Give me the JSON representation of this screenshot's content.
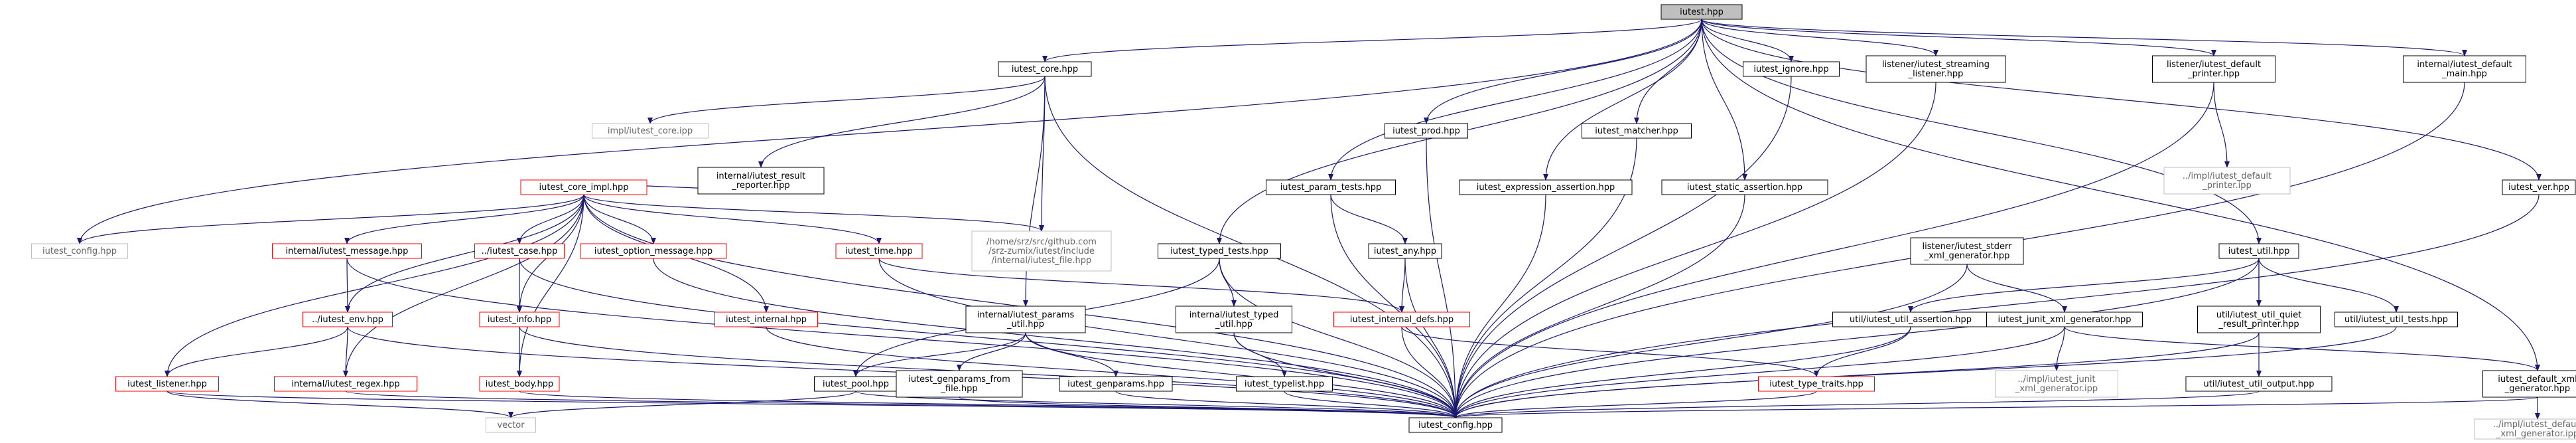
{
  "graph": {
    "title": "",
    "colors": {
      "edge": "#191970",
      "root_fill": "#bfbfbf",
      "missing_border": "#ff0000",
      "external_border": "#bfbfbf"
    },
    "nodes": [
      {
        "id": "iutest",
        "lines": [
          "iutest.hpp"
        ],
        "kind": "root"
      },
      {
        "id": "core",
        "lines": [
          "iutest_core.hpp"
        ],
        "kind": "normal"
      },
      {
        "id": "prod",
        "lines": [
          "iutest_prod.hpp"
        ],
        "kind": "normal"
      },
      {
        "id": "matcher",
        "lines": [
          "iutest_matcher.hpp"
        ],
        "kind": "normal"
      },
      {
        "id": "ignore",
        "lines": [
          "iutest_ignore.hpp"
        ],
        "kind": "normal"
      },
      {
        "id": "streaming",
        "lines": [
          "listener/iutest_streaming",
          "_listener.hpp"
        ],
        "kind": "normal"
      },
      {
        "id": "defprinter",
        "lines": [
          "listener/iutest_default",
          "_printer.hpp"
        ],
        "kind": "normal"
      },
      {
        "id": "defmain",
        "lines": [
          "internal/iutest_default",
          "_main.hpp"
        ],
        "kind": "normal"
      },
      {
        "id": "corei",
        "lines": [
          "impl/iutest_core.ipp"
        ],
        "kind": "gray"
      },
      {
        "id": "resrep",
        "lines": [
          "internal/iutest_result",
          "_reporter.hpp"
        ],
        "kind": "normal"
      },
      {
        "id": "printeripp",
        "lines": [
          "../impl/iutest_default",
          "_printer.ipp"
        ],
        "kind": "gray"
      },
      {
        "id": "paramtests",
        "lines": [
          "iutest_param_tests.hpp"
        ],
        "kind": "normal"
      },
      {
        "id": "exprassert",
        "lines": [
          "iutest_expression_assertion.hpp"
        ],
        "kind": "normal"
      },
      {
        "id": "staticassert",
        "lines": [
          "iutest_static_assertion.hpp"
        ],
        "kind": "normal"
      },
      {
        "id": "ver",
        "lines": [
          "iutest_ver.hpp"
        ],
        "kind": "normal"
      },
      {
        "id": "coreimpl",
        "lines": [
          "iutest_core_impl.hpp"
        ],
        "kind": "red"
      },
      {
        "id": "gtestfile",
        "lines": [
          "/home/srz/src/github.com",
          "/srz-zumix/iutest/include",
          "/internal/iutest_file.hpp"
        ],
        "kind": "gray"
      },
      {
        "id": "config",
        "lines": [
          "iutest_config.hpp"
        ],
        "kind": "gray"
      },
      {
        "id": "imsg",
        "lines": [
          "internal/iutest_message.hpp"
        ],
        "kind": "red"
      },
      {
        "id": "case",
        "lines": [
          "../iutest_case.hpp"
        ],
        "kind": "red"
      },
      {
        "id": "optmsg",
        "lines": [
          "iutest_option_message.hpp"
        ],
        "kind": "red"
      },
      {
        "id": "time",
        "lines": [
          "iutest_time.hpp"
        ],
        "kind": "red"
      },
      {
        "id": "typedtests",
        "lines": [
          "iutest_typed_tests.hpp"
        ],
        "kind": "normal"
      },
      {
        "id": "any",
        "lines": [
          "iutest_any.hpp"
        ],
        "kind": "normal"
      },
      {
        "id": "stderrxml",
        "lines": [
          "listener/iutest_stderr",
          "_xml_generator.hpp"
        ],
        "kind": "normal"
      },
      {
        "id": "util",
        "lines": [
          "iutest_util.hpp"
        ],
        "kind": "normal"
      },
      {
        "id": "env",
        "lines": [
          "../iutest_env.hpp"
        ],
        "kind": "red"
      },
      {
        "id": "info",
        "lines": [
          "iutest_info.hpp"
        ],
        "kind": "red"
      },
      {
        "id": "internal",
        "lines": [
          "iutest_internal.hpp"
        ],
        "kind": "red"
      },
      {
        "id": "iparams",
        "lines": [
          "internal/iutest_params",
          "_util.hpp"
        ],
        "kind": "normal"
      },
      {
        "id": "ityped",
        "lines": [
          "internal/iutest_typed",
          "_util.hpp"
        ],
        "kind": "normal"
      },
      {
        "id": "idefs",
        "lines": [
          "iutest_internal_defs.hpp"
        ],
        "kind": "red"
      },
      {
        "id": "uassert",
        "lines": [
          "util/iutest_util_assertion.hpp"
        ],
        "kind": "normal"
      },
      {
        "id": "junit",
        "lines": [
          "iutest_junit_xml_generator.hpp"
        ],
        "kind": "normal"
      },
      {
        "id": "uquiet",
        "lines": [
          "util/iutest_util_quiet",
          "_result_printer.hpp"
        ],
        "kind": "normal"
      },
      {
        "id": "utests",
        "lines": [
          "util/iutest_util_tests.hpp"
        ],
        "kind": "normal"
      },
      {
        "id": "listener",
        "lines": [
          "iutest_listener.hpp"
        ],
        "kind": "red"
      },
      {
        "id": "regex",
        "lines": [
          "internal/iutest_regex.hpp"
        ],
        "kind": "red"
      },
      {
        "id": "body",
        "lines": [
          "iutest_body.hpp"
        ],
        "kind": "red"
      },
      {
        "id": "pool",
        "lines": [
          "iutest_pool.hpp"
        ],
        "kind": "normal"
      },
      {
        "id": "genfromfile",
        "lines": [
          "iutest_genparams_from",
          "_file.hpp"
        ],
        "kind": "normal"
      },
      {
        "id": "genparams",
        "lines": [
          "iutest_genparams.hpp"
        ],
        "kind": "normal"
      },
      {
        "id": "typelist",
        "lines": [
          "iutest_typelist.hpp"
        ],
        "kind": "normal"
      },
      {
        "id": "typetraits",
        "lines": [
          "iutest_type_traits.hpp"
        ],
        "kind": "red"
      },
      {
        "id": "junitipp",
        "lines": [
          "../impl/iutest_junit",
          "_xml_generator.ipp"
        ],
        "kind": "gray"
      },
      {
        "id": "uoutput",
        "lines": [
          "util/iutest_util_output.hpp"
        ],
        "kind": "normal"
      },
      {
        "id": "defxml",
        "lines": [
          "iutest_default_xml",
          "_generator.hpp"
        ],
        "kind": "normal"
      },
      {
        "id": "vector",
        "lines": [
          "vector"
        ],
        "kind": "gray"
      },
      {
        "id": "iconfig",
        "lines": [
          "iutest_config.hpp"
        ],
        "kind": "normal"
      },
      {
        "id": "defxmlipp",
        "lines": [
          "../impl/iutest_default",
          "_xml_generator.ipp"
        ],
        "kind": "gray"
      }
    ],
    "edges": [
      [
        "iutest",
        "core"
      ],
      [
        "iutest",
        "prod"
      ],
      [
        "iutest",
        "matcher"
      ],
      [
        "iutest",
        "ignore"
      ],
      [
        "iutest",
        "streaming"
      ],
      [
        "iutest",
        "defprinter"
      ],
      [
        "iutest",
        "defmain"
      ],
      [
        "iutest",
        "paramtests"
      ],
      [
        "iutest",
        "exprassert"
      ],
      [
        "iutest",
        "staticassert"
      ],
      [
        "iutest",
        "ver"
      ],
      [
        "iutest",
        "typedtests"
      ],
      [
        "iutest",
        "util"
      ],
      [
        "iutest",
        "defxml"
      ],
      [
        "iutest",
        "config"
      ],
      [
        "core",
        "corei"
      ],
      [
        "core",
        "resrep"
      ],
      [
        "core",
        "gtestfile"
      ],
      [
        "core",
        "iparams"
      ],
      [
        "core",
        "iconfig"
      ],
      [
        "resrep",
        "coreimpl"
      ],
      [
        "coreimpl",
        "config"
      ],
      [
        "coreimpl",
        "gtestfile"
      ],
      [
        "coreimpl",
        "imsg"
      ],
      [
        "coreimpl",
        "case"
      ],
      [
        "coreimpl",
        "optmsg"
      ],
      [
        "coreimpl",
        "time"
      ],
      [
        "coreimpl",
        "env"
      ],
      [
        "coreimpl",
        "info"
      ],
      [
        "coreimpl",
        "internal"
      ],
      [
        "coreimpl",
        "listener"
      ],
      [
        "coreimpl",
        "body"
      ],
      [
        "coreimpl",
        "iconfig"
      ],
      [
        "coreimpl",
        "regex"
      ],
      [
        "imsg",
        "env"
      ],
      [
        "imsg",
        "iconfig"
      ],
      [
        "case",
        "info"
      ],
      [
        "case",
        "iconfig"
      ],
      [
        "optmsg",
        "iconfig"
      ],
      [
        "time",
        "idefs"
      ],
      [
        "time",
        "iconfig"
      ],
      [
        "env",
        "listener"
      ],
      [
        "env",
        "regex"
      ],
      [
        "env",
        "iconfig"
      ],
      [
        "info",
        "body"
      ],
      [
        "info",
        "iconfig"
      ],
      [
        "internal",
        "iconfig"
      ],
      [
        "listener",
        "vector"
      ],
      [
        "listener",
        "iconfig"
      ],
      [
        "regex",
        "iconfig"
      ],
      [
        "body",
        "iconfig"
      ],
      [
        "defprinter",
        "printeripp"
      ],
      [
        "defprinter",
        "iconfig"
      ],
      [
        "prod",
        "iconfig"
      ],
      [
        "matcher",
        "iconfig"
      ],
      [
        "ignore",
        "iconfig"
      ],
      [
        "streaming",
        "iconfig"
      ],
      [
        "defmain",
        "iconfig"
      ],
      [
        "exprassert",
        "iconfig"
      ],
      [
        "staticassert",
        "iconfig"
      ],
      [
        "ver",
        "iconfig"
      ],
      [
        "paramtests",
        "any"
      ],
      [
        "paramtests",
        "iconfig"
      ],
      [
        "any",
        "idefs"
      ],
      [
        "any",
        "iconfig"
      ],
      [
        "idefs",
        "typetraits"
      ],
      [
        "idefs",
        "iconfig"
      ],
      [
        "typedtests",
        "ityped"
      ],
      [
        "typedtests",
        "pool"
      ],
      [
        "typedtests",
        "iconfig"
      ],
      [
        "iparams",
        "pool"
      ],
      [
        "iparams",
        "genfromfile"
      ],
      [
        "iparams",
        "genparams"
      ],
      [
        "iparams",
        "iconfig"
      ],
      [
        "ityped",
        "typelist"
      ],
      [
        "ityped",
        "iconfig"
      ],
      [
        "pool",
        "vector"
      ],
      [
        "pool",
        "iconfig"
      ],
      [
        "genfromfile",
        "iconfig"
      ],
      [
        "genparams",
        "iconfig"
      ],
      [
        "typelist",
        "iconfig"
      ],
      [
        "typetraits",
        "iconfig"
      ],
      [
        "stderrxml",
        "junit"
      ],
      [
        "stderrxml",
        "iconfig"
      ],
      [
        "junit",
        "junitipp"
      ],
      [
        "junit",
        "defxml"
      ],
      [
        "junit",
        "iconfig"
      ],
      [
        "util",
        "uassert"
      ],
      [
        "util",
        "uquiet"
      ],
      [
        "util",
        "utests"
      ],
      [
        "util",
        "uoutput"
      ],
      [
        "util",
        "iconfig"
      ],
      [
        "uassert",
        "typetraits"
      ],
      [
        "uassert",
        "iconfig"
      ],
      [
        "uquiet",
        "iconfig"
      ],
      [
        "utests",
        "iconfig"
      ],
      [
        "uoutput",
        "iconfig"
      ],
      [
        "defxml",
        "defxmlipp"
      ],
      [
        "defxml",
        "iconfig"
      ]
    ]
  }
}
